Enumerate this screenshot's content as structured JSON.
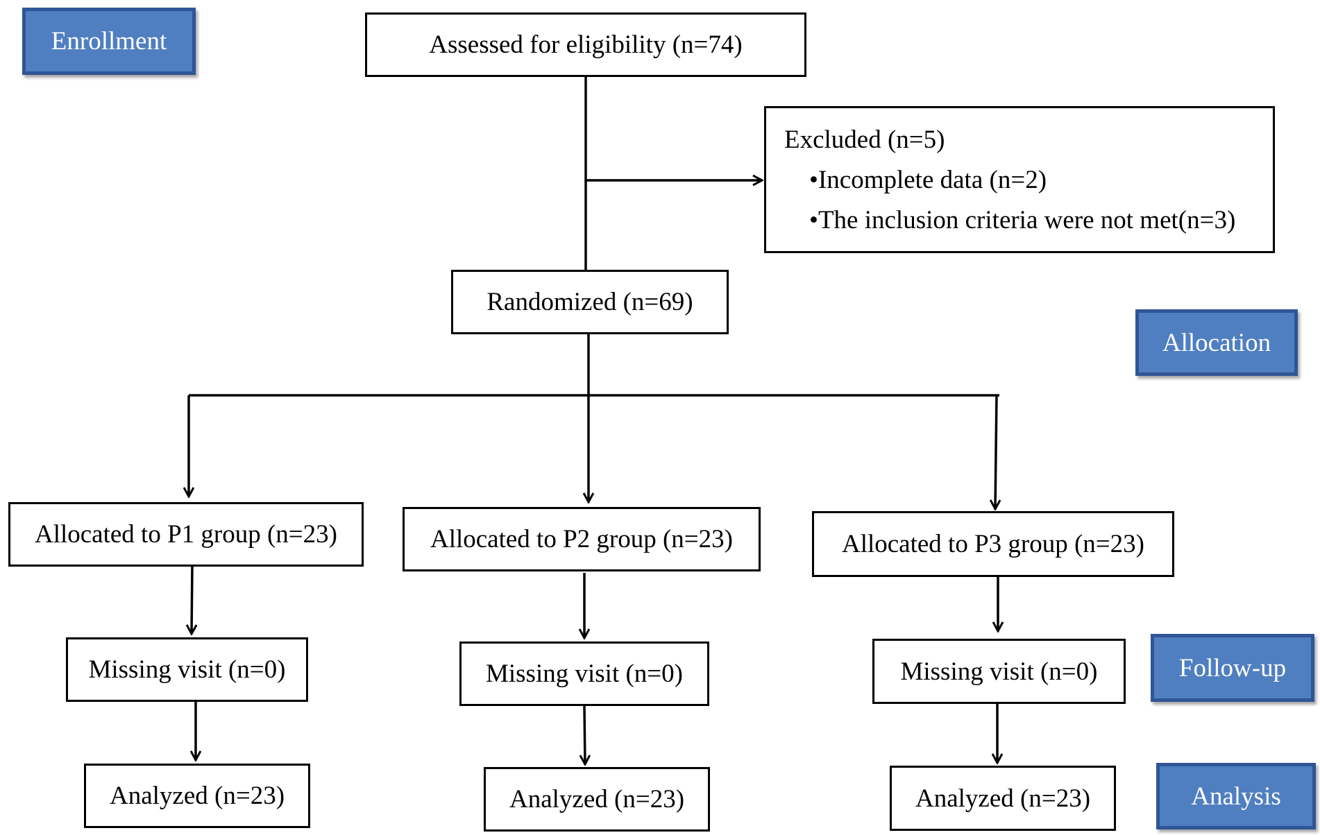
{
  "stages": {
    "enrollment": "Enrollment",
    "allocation": "Allocation",
    "follow_up": "Follow-up",
    "analysis": "Analysis"
  },
  "assessed": "Assessed for eligibility (n=74)",
  "excluded": {
    "title": "Excluded (n=5)",
    "reasons": [
      "•Incomplete data (n=2)",
      "•The inclusion criteria were not met(n=3)"
    ]
  },
  "randomized": "Randomized (n=69)",
  "groups": [
    {
      "allocated": "Allocated to P1 group (n=23)",
      "missing": "Missing visit (n=0)",
      "analyzed": "Analyzed (n=23)"
    },
    {
      "allocated": "Allocated to P2 group (n=23)",
      "missing": "Missing visit (n=0)",
      "analyzed": "Analyzed (n=23)"
    },
    {
      "allocated": "Allocated to P3 group (n=23)",
      "missing": "Missing visit (n=0)",
      "analyzed": "Analyzed (n=23)"
    }
  ]
}
